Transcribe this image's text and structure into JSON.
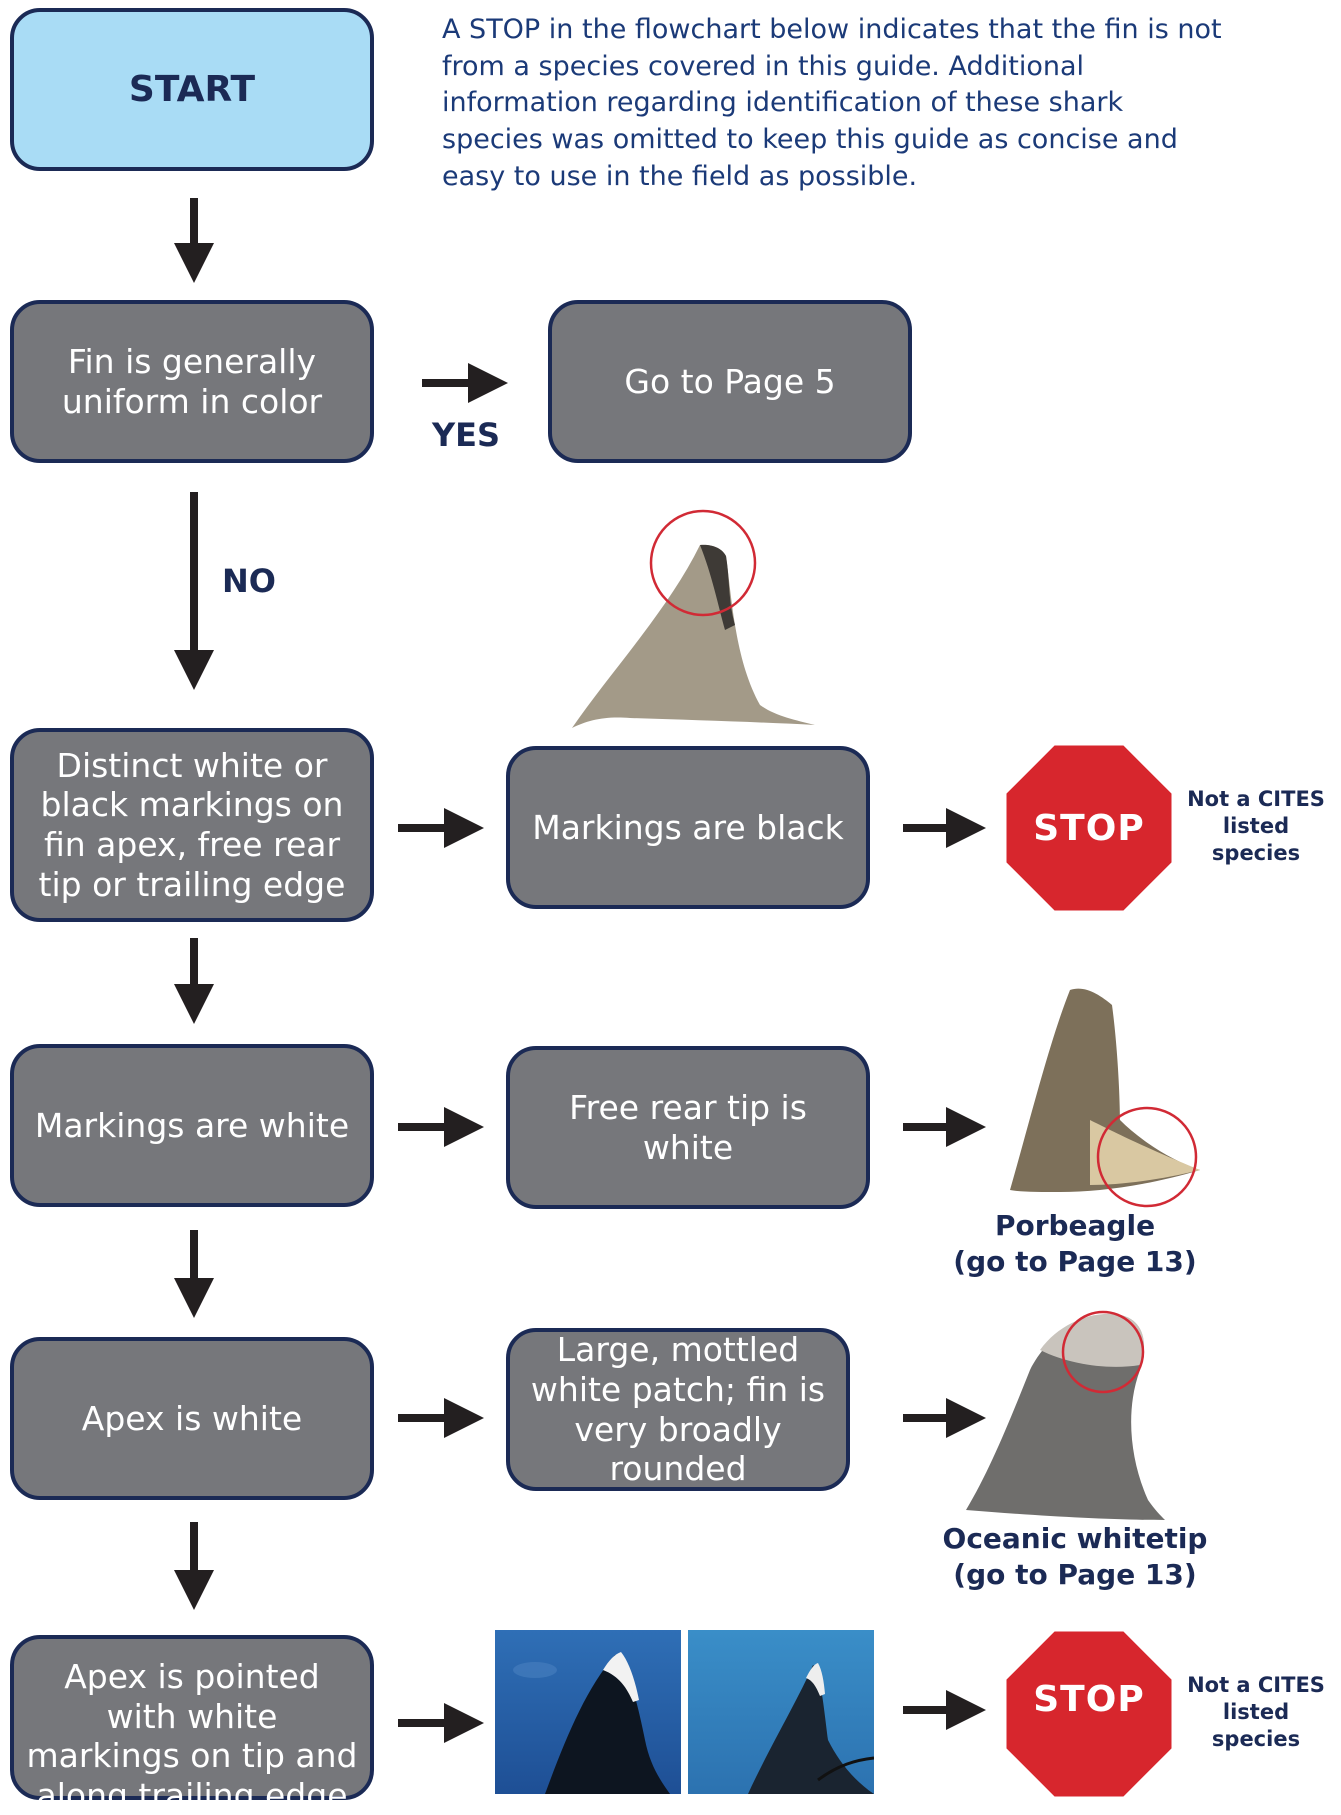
{
  "intro_text": "A STOP in the flowchart below indicates that the fin is not from a species covered in this guide. Additional information regarding identification of these shark species was omitted to keep this guide as concise and easy to use in the field as possible.",
  "nodes": {
    "start": "START",
    "uniform": "Fin is generally uniform in color",
    "page5": "Go to Page 5",
    "distinct": "Distinct white or black markings on fin apex, free rear tip or trailing edge",
    "black": "Markings are black",
    "white": "Markings are white",
    "rear_tip": "Free rear tip is white",
    "apex_white": "Apex is white",
    "mottled": "Large, mottled white patch; fin is very broadly rounded",
    "apex_pointed": "Apex is pointed with white markings on tip and along trailing edge"
  },
  "labels": {
    "yes": "YES",
    "no": "NO"
  },
  "stop": {
    "text": "STOP",
    "note": "Not a CITES listed species"
  },
  "results": {
    "porbeagle_name": "Porbeagle",
    "porbeagle_page": "(go to Page 13)",
    "oceanic_name": "Oceanic whitetip",
    "oceanic_page": "(go to Page 13)"
  },
  "colors": {
    "box_fill": "#76777b",
    "box_border": "#1b2a55",
    "start_fill": "#a9dcf5",
    "stop_red": "#d7262d",
    "text_navy": "#1b2a55",
    "intro_blue": "#1b3a78",
    "highlight_circle": "#d12a35"
  }
}
